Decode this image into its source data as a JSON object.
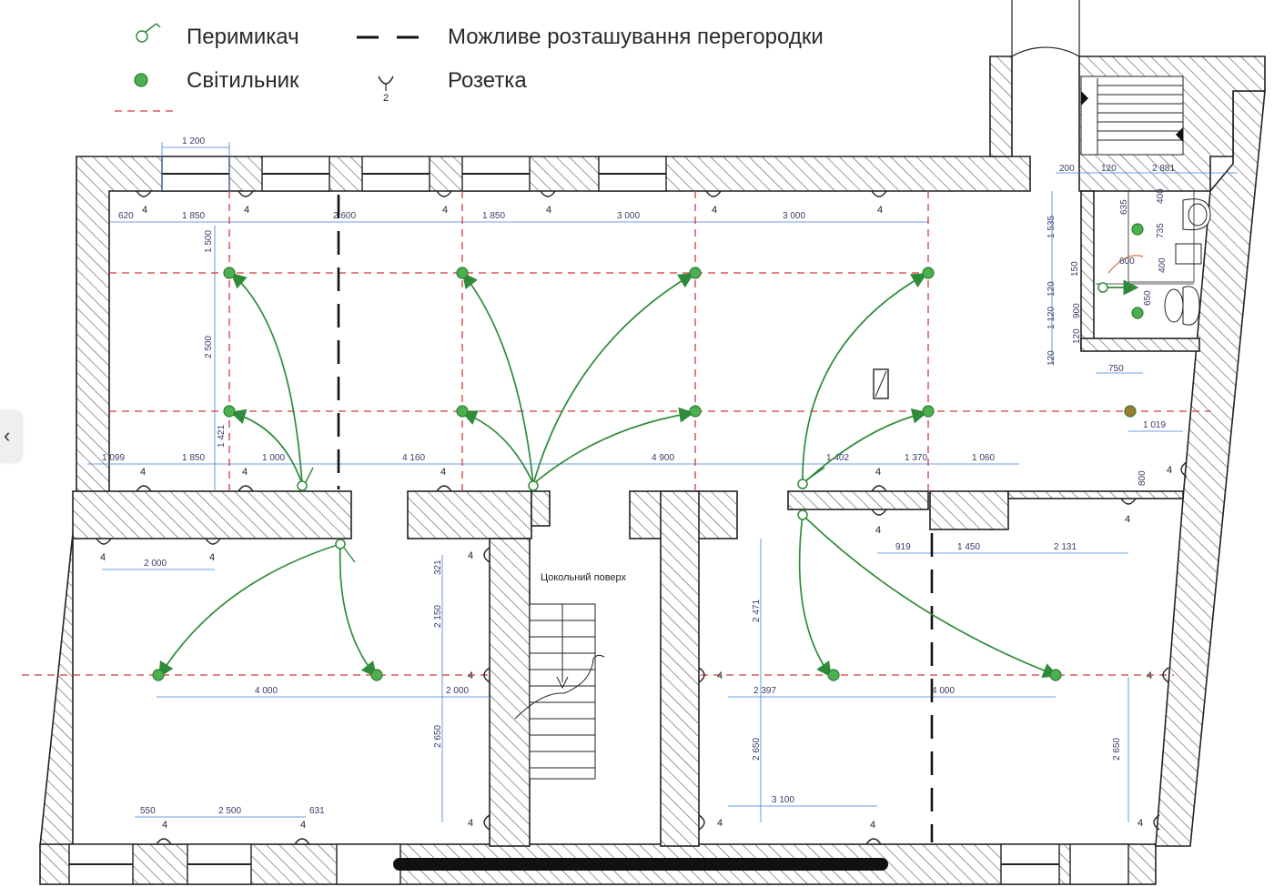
{
  "legend": {
    "switch_label": "Перимикач",
    "partition_label": "Можливе розташування перегородки",
    "lamp_label": "Світильник",
    "socket_label": "Розетка",
    "socket_symbol_num": "2"
  },
  "plan": {
    "basement_label": "Цокольний поверх",
    "socket_count_label": "4",
    "dimensions": {
      "top_window": "1 200",
      "top_row": [
        "620",
        "1 850",
        "2 600",
        "1 850",
        "3 000",
        "3 000"
      ],
      "left_vertical": [
        "1 500",
        "2 500",
        "1 421"
      ],
      "mid_row": [
        "1 099",
        "1 850",
        "1 000",
        "4 160",
        "4 900",
        "1 402",
        "1 370",
        "1 060"
      ],
      "bath_top": [
        "200",
        "120",
        "2 881"
      ],
      "bath_vert": [
        "1 535",
        "150",
        "120",
        "1 120",
        "120",
        "900",
        "120",
        "635",
        "400",
        "735",
        "400",
        "650",
        "600"
      ],
      "bath_bottom": "750",
      "right_1019": "1 019",
      "right_800": "800",
      "lower_left_socket": "2 000",
      "lower_left_row": [
        "4 000",
        "2 000"
      ],
      "lower_left_vert": [
        "321",
        "2 150",
        "2 650"
      ],
      "bottom_left": [
        "550",
        "2 500",
        "631"
      ],
      "lower_right_row": [
        "919",
        "1 450",
        "2 131"
      ],
      "lower_right_vert": [
        "2 471",
        "2 650",
        "2 650"
      ],
      "lower_right_lamps": [
        "2 397",
        "4 000"
      ],
      "bottom_right": "3 100"
    }
  }
}
